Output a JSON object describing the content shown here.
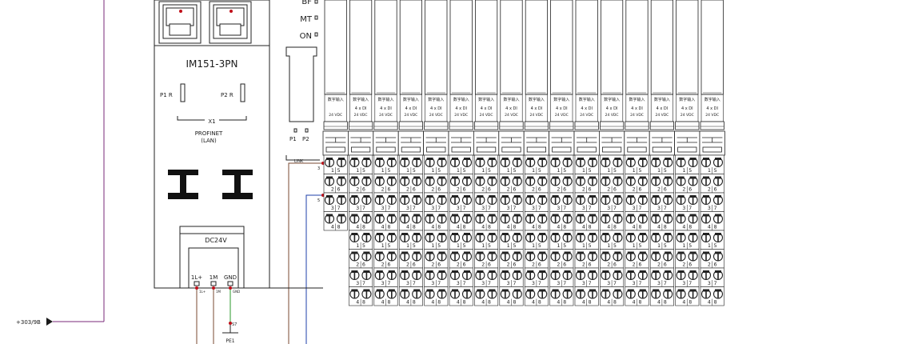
{
  "im151": {
    "title": "IM151-3PN",
    "port1_label": "P1  R",
    "port2_label": "P2  R",
    "x1_label": "X1",
    "profinet_label": "PROFINET",
    "lan_label": "(LAN)",
    "power_header": "DC24V",
    "power_1l": "1L+",
    "power_1m": "1M",
    "power_gnd": "GND",
    "power_1l_small": "1L+",
    "power_1m_small": "1M",
    "power_gnd_small": "GND"
  },
  "status": {
    "bf": "BF",
    "mt": "MT",
    "on": "ON",
    "p1": "P1",
    "p2": "P2",
    "link": "LINK"
  },
  "io": {
    "module_header": "4 x DI",
    "module_sub": "24 VDC",
    "module_first_header": "",
    "chinese_hint": "数字输入",
    "module_count": 16,
    "first_rows": [
      "1 5",
      "2 6",
      "3 7",
      "4 8"
    ],
    "row_pairs": [
      "1 5",
      "2 6",
      "3 7",
      "4 8",
      "1 5",
      "2 6",
      "3 7",
      "4 8"
    ]
  },
  "wires": {
    "left_ref": "+303/9B",
    "ground_ref": "PE1",
    "ground_pin": "S7",
    "term_3": "3",
    "term_5": "5"
  },
  "colors": {
    "purple": "#7a2a7a",
    "brown": "#7a4a30",
    "blue": "#1c3fa8",
    "green": "#2a9a2a",
    "red": "#c0101a",
    "line": "#222222"
  }
}
